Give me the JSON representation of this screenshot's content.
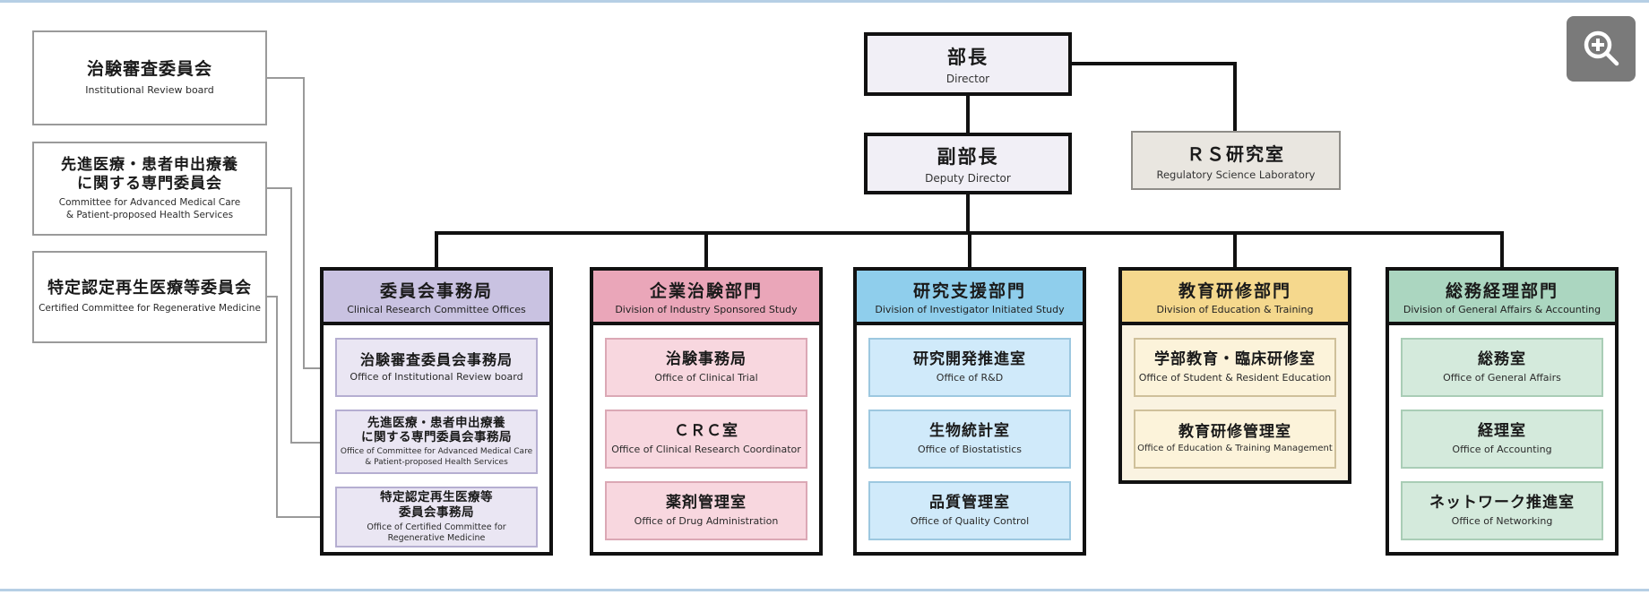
{
  "page": {
    "background": "#ffffff",
    "accent_line_color": "#b6cfe5",
    "line_color": "#111111",
    "connector_color": "#9a9a9a"
  },
  "zoom_button": {
    "icon": "zoom-in-icon",
    "color": "#7a7a7a"
  },
  "director": {
    "title": "部長",
    "subtitle": "Director",
    "bg": "#f1eff6"
  },
  "deputy_director": {
    "title": "副部長",
    "subtitle": "Deputy Director",
    "bg": "#f1eff6"
  },
  "rs_lab": {
    "title": "ＲＳ研究室",
    "subtitle": "Regulatory Science Laboratory",
    "bg": "#e9e6e0"
  },
  "committees": [
    {
      "title": "治験審査委員会",
      "subtitle": "Institutional Review board"
    },
    {
      "title": "先進医療・患者申出療養\nに関する専門委員会",
      "subtitle": "Committee for Advanced Medical Care\n& Patient-proposed Health Services"
    },
    {
      "title": "特定認定再生医療等委員会",
      "subtitle": "Certified Committee for Regenerative Medicine"
    }
  ],
  "divisions": [
    {
      "title": "委員会事務局",
      "subtitle": "Clinical Research Committee Offices",
      "header_bg": "#c9c2e1",
      "office_bg": "#eae6f3",
      "office_border": "#b5aed1",
      "offices": [
        {
          "title": "治験審査委員会事務局",
          "subtitle": "Office of Institutional Review board"
        },
        {
          "title": "先進医療・患者申出療養\nに関する専門委員会事務局",
          "subtitle": "Office of Committee for Advanced Medical Care\n& Patient-proposed Health Services"
        },
        {
          "title": "特定認定再生医療等\n委員会事務局",
          "subtitle": "Office of Certified Committee for\nRegenerative Medicine"
        }
      ]
    },
    {
      "title": "企業治験部門",
      "subtitle": "Division of Industry Sponsored Study",
      "header_bg": "#eaa6b9",
      "office_bg": "#f8d7df",
      "office_border": "#dba8b5",
      "offices": [
        {
          "title": "治験事務局",
          "subtitle": "Office of Clinical Trial"
        },
        {
          "title": "ＣＲＣ室",
          "subtitle": "Office of Clinical Research Coordinator"
        },
        {
          "title": "薬剤管理室",
          "subtitle": "Office of Drug Administration"
        }
      ]
    },
    {
      "title": "研究支援部門",
      "subtitle": "Division of Investigator Initiated Study",
      "header_bg": "#8fceec",
      "office_bg": "#d0eafa",
      "office_border": "#9dc8e0",
      "offices": [
        {
          "title": "研究開発推進室",
          "subtitle": "Office of R&D"
        },
        {
          "title": "生物統計室",
          "subtitle": "Office of Biostatistics"
        },
        {
          "title": "品質管理室",
          "subtitle": "Office of Quality Control"
        }
      ]
    },
    {
      "title": "教育研修部門",
      "subtitle": "Division of Education & Training",
      "header_bg": "#f5d88d",
      "office_bg": "#fcf3da",
      "office_border": "#cfc09a",
      "offices": [
        {
          "title": "学部教育・臨床研修室",
          "subtitle": "Office of Student & Resident Education"
        },
        {
          "title": "教育研修管理室",
          "subtitle": "Office of Education & Training Management"
        }
      ]
    },
    {
      "title": "総務経理部門",
      "subtitle": "Division of General Affairs & Accounting",
      "header_bg": "#abd6c0",
      "office_bg": "#d4ead c",
      "office_border": "#a9cdb6",
      "offices": [
        {
          "title": "総務室",
          "subtitle": "Office of General Affairs"
        },
        {
          "title": "経理室",
          "subtitle": "Office of Accounting"
        },
        {
          "title": "ネットワーク推進室",
          "subtitle": "Office of Networking"
        }
      ]
    }
  ]
}
